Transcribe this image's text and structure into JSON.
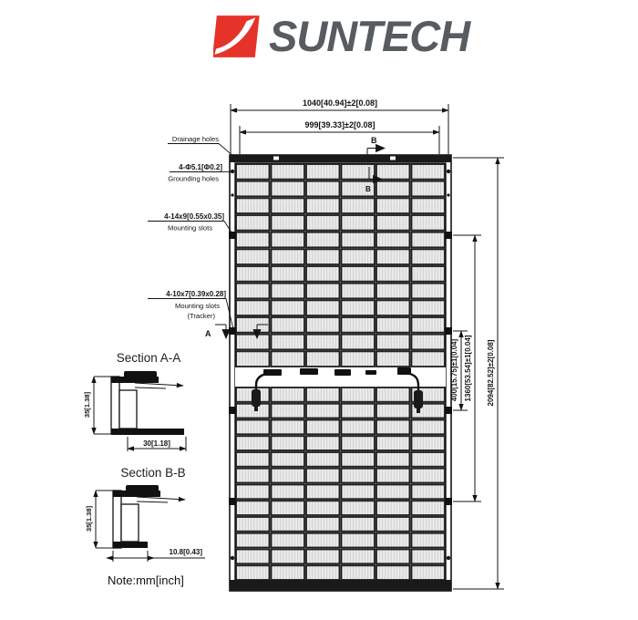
{
  "brand": {
    "name": "SUNTECH",
    "logo_gray": "#575c61",
    "logo_red": "#e6332a"
  },
  "drawing": {
    "ink_color": "#141414",
    "cell_fill": "#ebebeb",
    "dims": {
      "top_width": "1040[40.94]±2[0.08]",
      "inner_width": "999[39.33]±2[0.08]",
      "overall_height": "2094[82.52]±2[0.08]",
      "mount_spacing_long": "1360[53.54]±1[0.04]",
      "mount_spacing_tracker": "400[15.75]±1[0.04]",
      "section_a_height": "35[1.38]",
      "section_a_width": "30[1.18]",
      "section_b_height": "35[1.38]",
      "section_b_flange": "10.8[0.43]"
    },
    "labels": {
      "drainage": "Drainage holes",
      "grounding_qty": "4-Φ5.1[Φ0.2]",
      "grounding": "Grounding holes",
      "mounting_qty": "4-14x9[0.55x0.35]",
      "mounting": "Mounting slots",
      "tracker_qty": "4-10x7[0.39x0.28]",
      "tracker": "Mounting slots",
      "tracker_sub": "(Tracker)",
      "section_a_title": "Section A-A",
      "section_b_title": "Section B-B",
      "note": "Note:mm[inch]",
      "marker_a": "A",
      "marker_b": "B"
    }
  }
}
